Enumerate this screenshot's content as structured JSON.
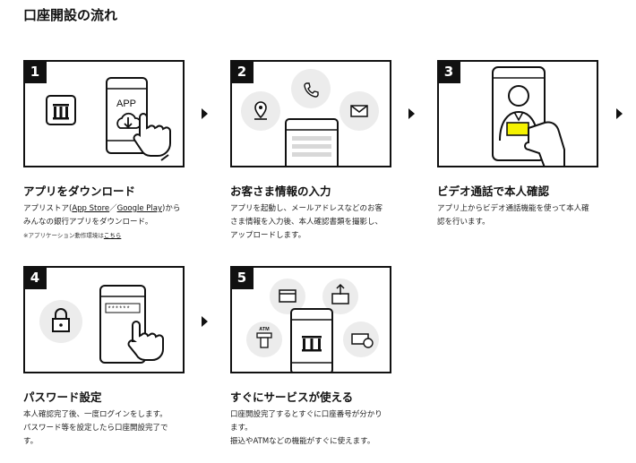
{
  "page_title": "口座開設の流れ",
  "steps": [
    {
      "number": "1",
      "title": "アプリをダウンロード",
      "desc_prefix": "アプリストア(",
      "link_app_store": "App Store",
      "separator": "／",
      "link_google_play": "Google Play",
      "desc_suffix": ")から",
      "desc_line2": "みんなの銀行アプリをダウンロード。",
      "note_prefix": "※アプリケーション動作環境は",
      "note_link": "こちら",
      "app_label": "APP"
    },
    {
      "number": "2",
      "title": "お客さま情報の入力",
      "desc_line1": "アプリを起動し、メールアドレスなどのお客",
      "desc_line2": "さま情報を入力後、本人確認書類を撮影し、",
      "desc_line3": "アップロードします。"
    },
    {
      "number": "3",
      "title": "ビデオ通話で本人確認",
      "desc_line1": "アプリ上からビデオ通話機能を使って本人確",
      "desc_line2": "認を行います。"
    },
    {
      "number": "4",
      "title": "パスワード設定",
      "desc_line1": "本人確認完了後、一度ログインをします。",
      "desc_line2": "パスワード等を設定したら口座開設完了で",
      "desc_line3": "す。",
      "password_mask": "******"
    },
    {
      "number": "5",
      "title": "すぐにサービスが使える",
      "desc_line1": "口座開設完了するとすぐに口座番号が分かり",
      "desc_line2": "ます。",
      "desc_line3": "振込やATMなどの機能がすぐに使えます。",
      "atm_label": "ATM"
    }
  ],
  "icons": {
    "bank_logo": "bank-logo-icon",
    "download": "cloud-download-icon",
    "hand": "hand-tap-icon",
    "location": "location-pin-icon",
    "phone": "phone-icon",
    "mail": "mail-icon",
    "person": "person-icon",
    "id_card": "id-card-icon",
    "lock": "lock-icon",
    "card": "card-icon",
    "transfer": "transfer-icon",
    "atm": "atm-icon",
    "bill": "bill-icon"
  },
  "colors": {
    "accent_yellow": "#f5f200",
    "text": "#111111",
    "bubble": "#ececec"
  },
  "flow_arrow": "chevron-right-icon"
}
